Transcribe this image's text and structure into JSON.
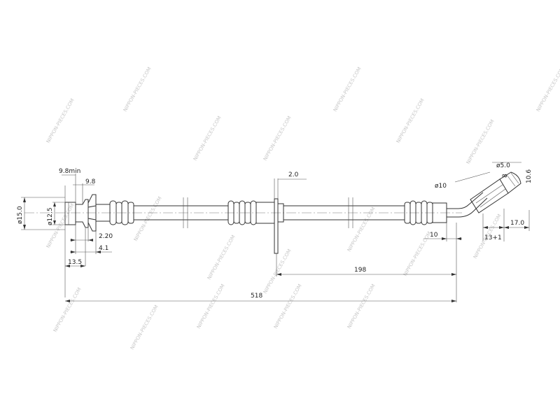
{
  "watermark": "NIPPON-PIECES.COM",
  "dimensions": {
    "d_15": "ø15.0",
    "d_12_5": "ø12.5",
    "min_9_8": "9.8min",
    "w_9_8": "9.8",
    "w_2_20": "2.20",
    "w_4_1": "4.1",
    "w_13_5": "13.5",
    "total_518": "518",
    "w_198": "198",
    "w_2_0": "2.0",
    "d_10": "ø10",
    "w_10": "10",
    "w_13_1": "13+1",
    "w_17_0": "17.0",
    "d_5_0": "ø5.0",
    "w_8": "8",
    "w_10_6": "10.6"
  }
}
